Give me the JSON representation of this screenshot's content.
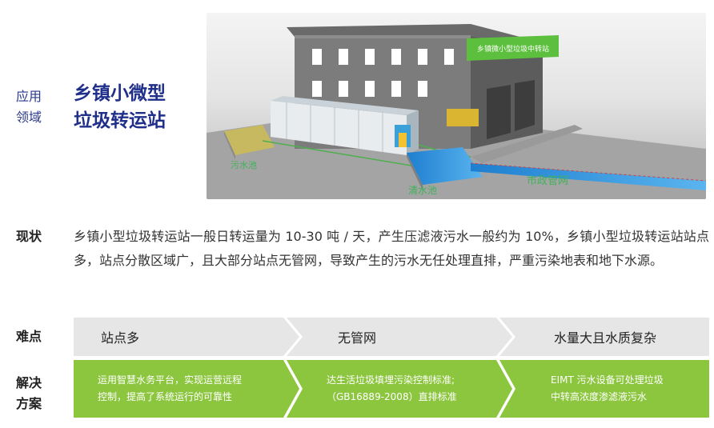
{
  "header": {
    "area_label": "应用\n领域",
    "title": "乡镇小微型\n垃圾转运站"
  },
  "illustration": {
    "sign": "乡镇微小型垃圾中转站",
    "label_sewage": "污水池",
    "label_clean": "清水池",
    "label_municipal": "市政管网",
    "colors": {
      "ground": "#9d9d9d",
      "building": "#7a7a7a",
      "water": "#2c8fd6",
      "sign_green": "#5cbf3d"
    }
  },
  "status": {
    "label": "现状",
    "text": "乡镇小型垃圾转运站一般日转运量为 10-30 吨 / 天，产生压滤液污水一般约为 10%，乡镇小型垃圾转运站站点多，站点分散区域广，且大部分站点无管网，导致产生的污水无任处理直排，严重污染地表和地下水源。"
  },
  "difficulties": {
    "label": "难点",
    "items": [
      "站点多",
      "无管网",
      "水量大且水质复杂"
    ],
    "color": "#e6e6e6"
  },
  "solutions": {
    "label": "解决\n方案",
    "items": [
      "运用智慧水务平台，实现运营远程\n控制，提高了系统运行的可靠性",
      "达生活垃圾填埋污染控制标准;\n（GB16889-2008）直排标准",
      "EIMT 污水设备可处理垃圾\n中转高浓度渗滤液污水"
    ],
    "color": "#8cc63f"
  }
}
